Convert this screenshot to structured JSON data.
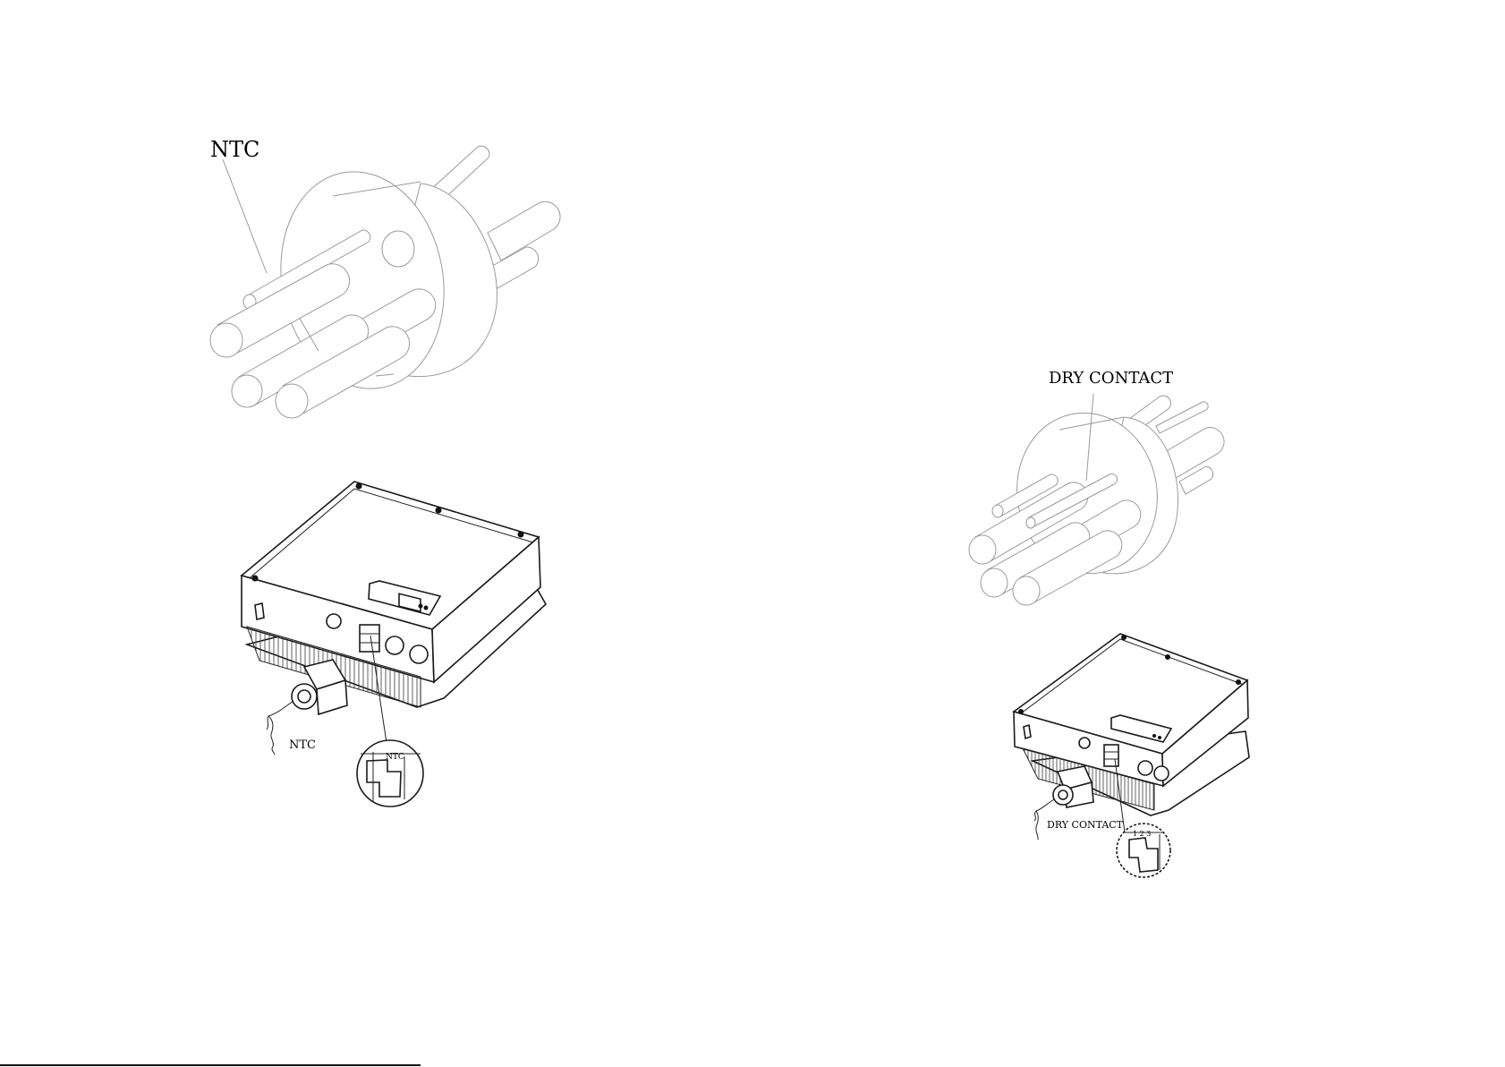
{
  "labels": {
    "ntc_gland": "NTC",
    "ntc_inverter": "NTC",
    "dry_contact_gland": "DRY CONTACT",
    "dry_contact_inverter": "DRY CONTACT",
    "zoom_left_text": "NTC",
    "zoom_right_text": "1 2 3"
  }
}
